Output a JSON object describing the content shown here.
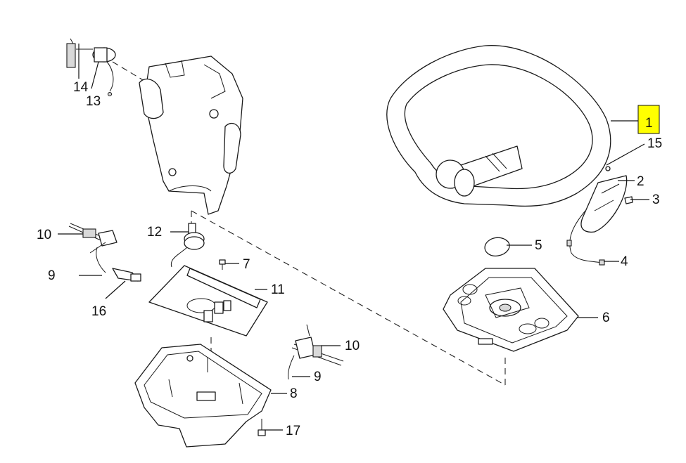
{
  "diagram": {
    "highlight_color": "#ffff00",
    "line_color": "#1a1a1a",
    "callouts": [
      {
        "id": "c1",
        "label": "1",
        "highlighted": true
      },
      {
        "id": "c2",
        "label": "2"
      },
      {
        "id": "c3",
        "label": "3"
      },
      {
        "id": "c4",
        "label": "4"
      },
      {
        "id": "c5",
        "label": "5"
      },
      {
        "id": "c6",
        "label": "6"
      },
      {
        "id": "c7",
        "label": "7"
      },
      {
        "id": "c8",
        "label": "8"
      },
      {
        "id": "c9a",
        "label": "9"
      },
      {
        "id": "c9b",
        "label": "9"
      },
      {
        "id": "c10a",
        "label": "10"
      },
      {
        "id": "c10b",
        "label": "10"
      },
      {
        "id": "c11",
        "label": "11"
      },
      {
        "id": "c12",
        "label": "12"
      },
      {
        "id": "c13",
        "label": "13"
      },
      {
        "id": "c14",
        "label": "14"
      },
      {
        "id": "c15",
        "label": "15"
      },
      {
        "id": "c16",
        "label": "16"
      },
      {
        "id": "c17",
        "label": "17"
      }
    ]
  }
}
